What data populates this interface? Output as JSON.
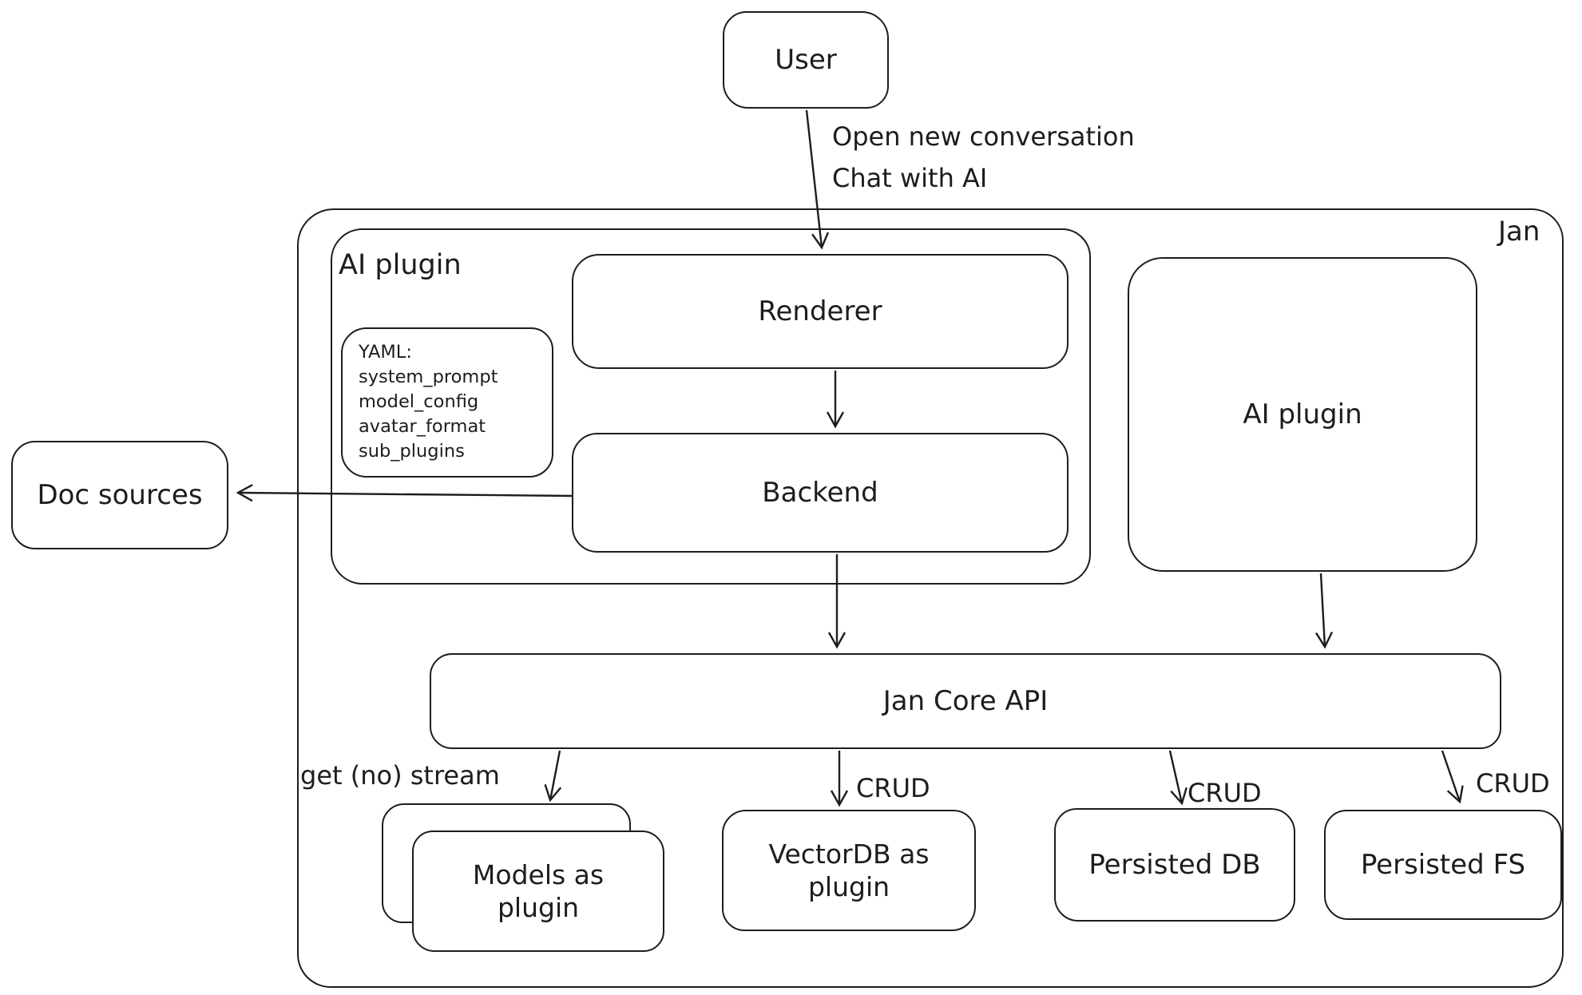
{
  "canvas": {
    "background": "#ffffff",
    "stroke_color": "#1d1d1d"
  },
  "nodes": {
    "user": "User",
    "jan": "Jan",
    "ai_plugin_left": "AI plugin",
    "renderer": "Renderer",
    "backend": "Backend",
    "ai_plugin_right": "AI plugin",
    "doc_sources": "Doc sources",
    "jan_core_api": "Jan Core API",
    "models_plugin": "Models as plugin",
    "vectordb_plugin": "VectorDB as plugin",
    "persisted_db": "Persisted DB",
    "persisted_fs": "Persisted FS"
  },
  "yaml_note": {
    "lines": [
      "YAML:",
      "system_prompt",
      "model_config",
      "avatar_format",
      "sub_plugins"
    ]
  },
  "edge_labels": {
    "user_flow_line1": "Open new conversation",
    "user_flow_line2": "Chat with AI",
    "get_no_stream": "get (no) stream",
    "crud_vectordb": "CRUD",
    "crud_persisted_db": "CRUD",
    "crud_persisted_fs": "CRUD"
  }
}
